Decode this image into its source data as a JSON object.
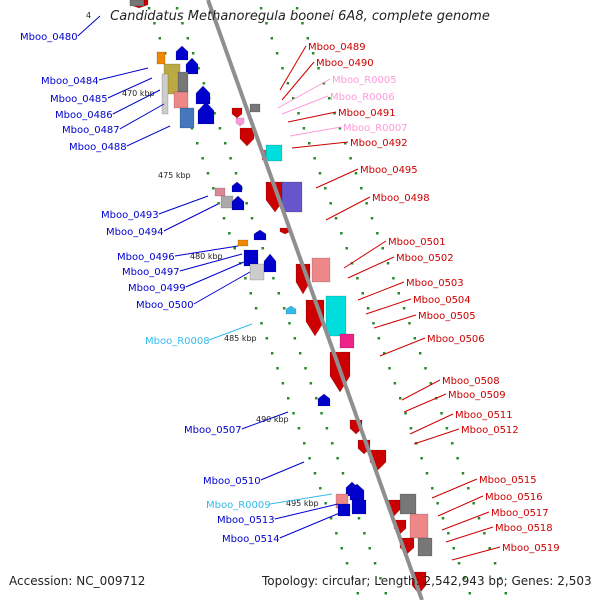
{
  "title": "Candidatus Methanoregula boonei 6A8, complete genome",
  "footer": {
    "accession": "Accession: NC_009712",
    "summary": "Topology: circular; Length: 2,542,943 bp; Genes: 2,503"
  },
  "colors": {
    "forward_strand": "#0000cc",
    "reverse_strand": "#cc0000",
    "trna_forward": "#33bbee",
    "trna_reverse": "#ff99dd",
    "backbone": "#999999",
    "tick": "#2a8a2a"
  },
  "scale_labels": [
    "4",
    "470 kbp",
    "475 kbp",
    "480 kbp",
    "485 kbp",
    "490 kbp",
    "495 kbp"
  ],
  "left_labels": [
    {
      "text": "Mboo_0480",
      "kind": "gene"
    },
    {
      "text": "Mboo_0484",
      "kind": "gene"
    },
    {
      "text": "Mboo_0485",
      "kind": "gene"
    },
    {
      "text": "Mboo_0486",
      "kind": "gene"
    },
    {
      "text": "Mboo_0487",
      "kind": "gene"
    },
    {
      "text": "Mboo_0488",
      "kind": "gene"
    },
    {
      "text": "Mboo_0493",
      "kind": "gene"
    },
    {
      "text": "Mboo_0494",
      "kind": "gene"
    },
    {
      "text": "Mboo_0496",
      "kind": "gene"
    },
    {
      "text": "Mboo_0497",
      "kind": "gene"
    },
    {
      "text": "Mboo_0499",
      "kind": "gene"
    },
    {
      "text": "Mboo_0500",
      "kind": "gene"
    },
    {
      "text": "Mboo_R0008",
      "kind": "rna"
    },
    {
      "text": "Mboo_0507",
      "kind": "gene"
    },
    {
      "text": "Mboo_0510",
      "kind": "gene"
    },
    {
      "text": "Mboo_R0009",
      "kind": "rna"
    },
    {
      "text": "Mboo_0513",
      "kind": "gene"
    },
    {
      "text": "Mboo_0514",
      "kind": "gene"
    }
  ],
  "right_labels": [
    {
      "text": "Mboo_0489",
      "kind": "gene"
    },
    {
      "text": "Mboo_0490",
      "kind": "gene"
    },
    {
      "text": "Mboo_R0005",
      "kind": "rna"
    },
    {
      "text": "Mboo_R0006",
      "kind": "rna"
    },
    {
      "text": "Mboo_0491",
      "kind": "gene"
    },
    {
      "text": "Mboo_R0007",
      "kind": "rna"
    },
    {
      "text": "Mboo_0492",
      "kind": "gene"
    },
    {
      "text": "Mboo_0495",
      "kind": "gene"
    },
    {
      "text": "Mboo_0498",
      "kind": "gene"
    },
    {
      "text": "Mboo_0501",
      "kind": "gene"
    },
    {
      "text": "Mboo_0502",
      "kind": "gene"
    },
    {
      "text": "Mboo_0503",
      "kind": "gene"
    },
    {
      "text": "Mboo_0504",
      "kind": "gene"
    },
    {
      "text": "Mboo_0505",
      "kind": "gene"
    },
    {
      "text": "Mboo_0506",
      "kind": "gene"
    },
    {
      "text": "Mboo_0508",
      "kind": "gene"
    },
    {
      "text": "Mboo_0509",
      "kind": "gene"
    },
    {
      "text": "Mboo_0511",
      "kind": "gene"
    },
    {
      "text": "Mboo_0512",
      "kind": "gene"
    },
    {
      "text": "Mboo_0515",
      "kind": "gene"
    },
    {
      "text": "Mboo_0516",
      "kind": "gene"
    },
    {
      "text": "Mboo_0517",
      "kind": "gene"
    },
    {
      "text": "Mboo_0518",
      "kind": "gene"
    },
    {
      "text": "Mboo_0519",
      "kind": "gene"
    }
  ]
}
